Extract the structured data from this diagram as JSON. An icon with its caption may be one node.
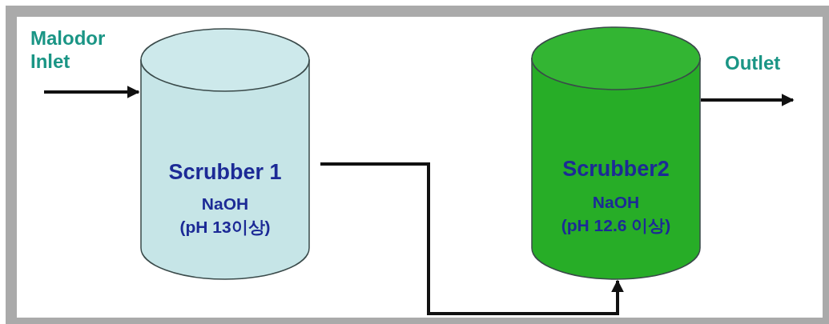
{
  "diagram": {
    "nodes": [
      {
        "text": [
          "Scrubber 1",
          "NaOH",
          "(pH 13이상)"
        ]
      },
      {
        "text": [
          "Scrubber2",
          "NaOH",
          "(pH 12.6 이상)"
        ]
      }
    ],
    "edges": [
      {
        "from": null,
        "to": 0,
        "arrow": "to",
        "label": "Malodor Inlet"
      },
      {
        "from": 0,
        "to": 1,
        "arrow": "to"
      },
      {
        "from": 1,
        "to": null,
        "arrow": "to",
        "label": "Outlet"
      }
    ]
  }
}
